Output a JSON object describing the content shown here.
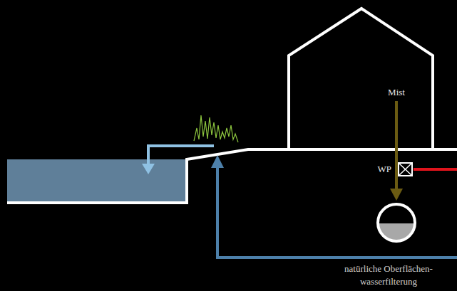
{
  "diagram": {
    "labels": [
      "Mist",
      "WP",
      "natürliche Oberflächen- wasserfilterung"
    ]
  }
}
